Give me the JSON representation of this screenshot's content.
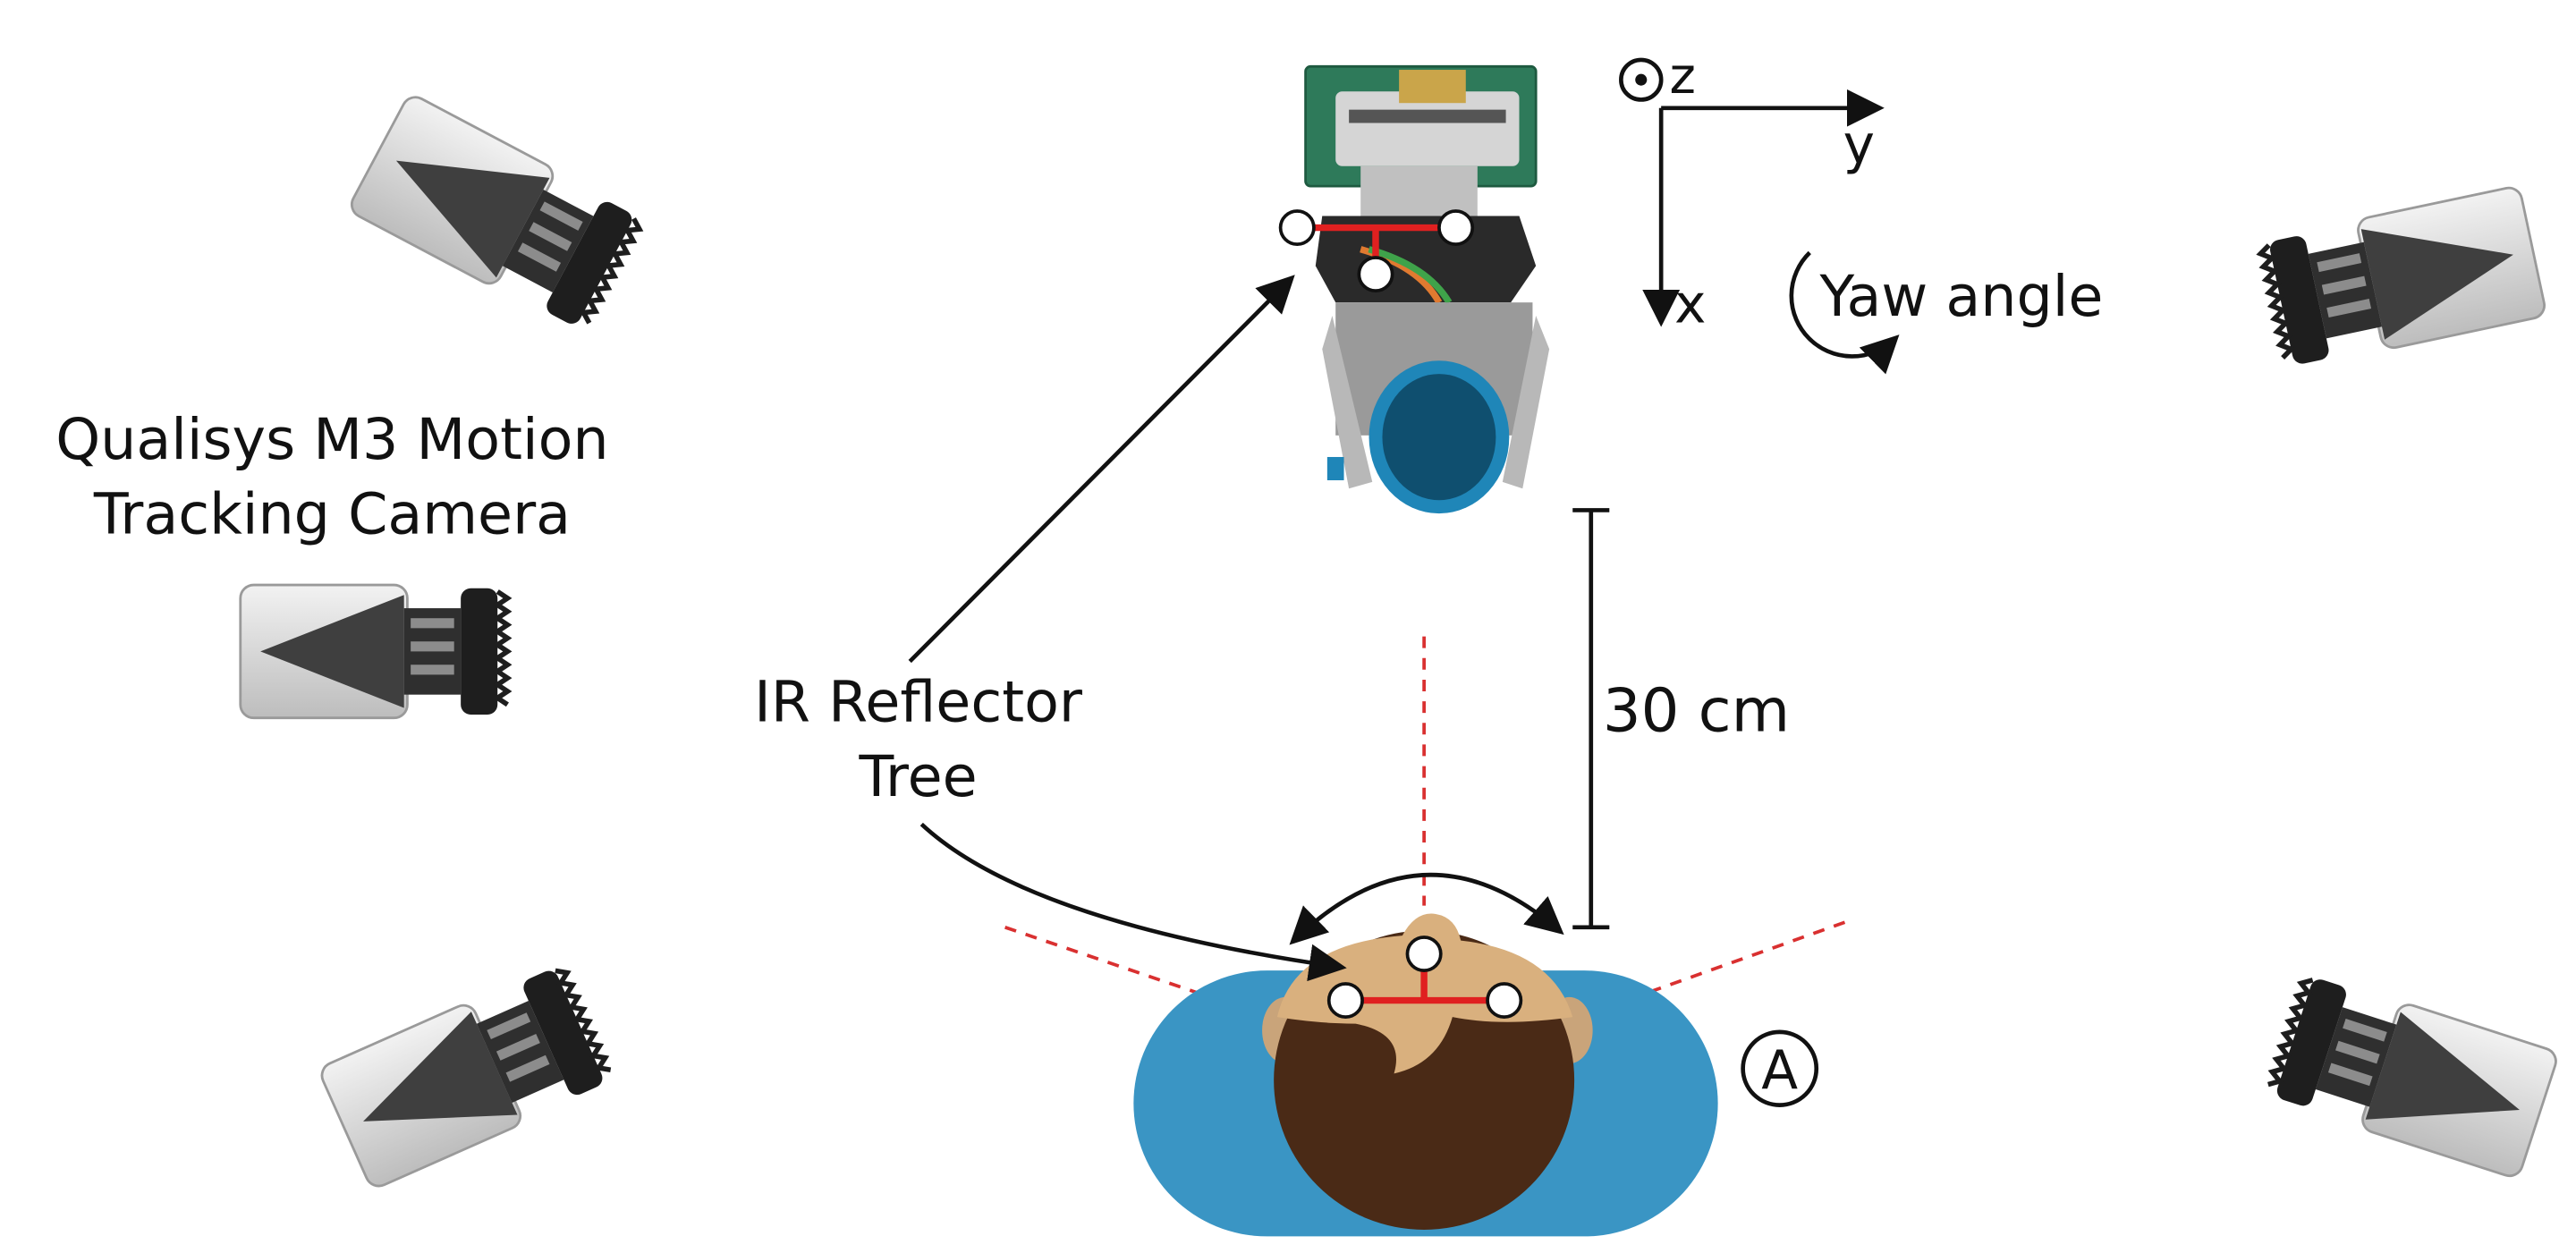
{
  "labels": {
    "camera_label_line1": "Qualisys M3 Motion",
    "camera_label_line2": "Tracking Camera",
    "reflector_label_line1": "IR Reflector",
    "reflector_label_line2": "Tree",
    "distance": "30 cm",
    "yaw": "Yaw angle",
    "axis_z": "z",
    "axis_y": "y",
    "axis_x": "x",
    "panel_letter": "A"
  },
  "colors": {
    "marker_bar": "#e02020",
    "fov_dash": "#d93030",
    "seat_blue": "#3a95c4",
    "hair": "#4a2a16",
    "skin": "#d9b07e",
    "camera_body": "#d8d8d8",
    "camera_cone": "#3f3f3f",
    "robot_blue": "#1f86b8"
  },
  "icons": {
    "cameras": [
      "camera-icon",
      "camera-icon",
      "camera-icon",
      "camera-icon",
      "camera-icon"
    ],
    "robot": "robotic-gripper-icon",
    "head": "human-head-top-view-icon"
  }
}
